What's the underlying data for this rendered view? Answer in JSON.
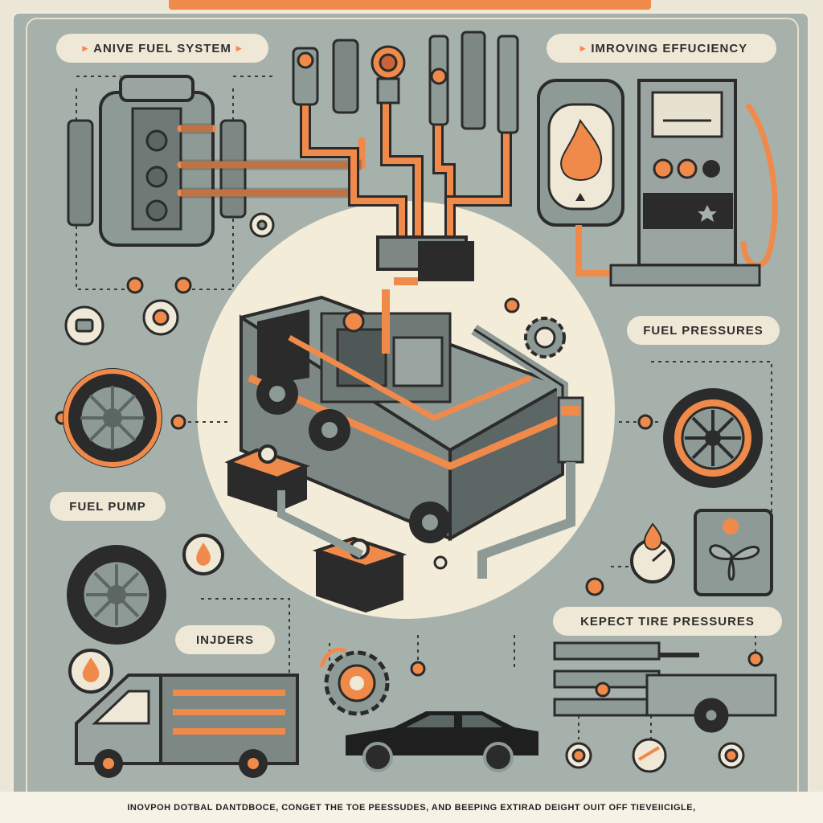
{
  "labels": {
    "active_fuel_system": "ANIVE FUEL SYSTEM",
    "improving_efficiency": "IMROVING EFFUCIENCY",
    "fuel_pressures": "FUEL PRESSURES",
    "fuel_pump": "FUEL PUMP",
    "injders": "INJDERS",
    "kepect_tire_pressures": "KEPECT TIRE PRESSURES"
  },
  "footer": {
    "text": "INOVPOH DOTBAL DANTDBOCE, CONGET THE TOE PEESSUDES, AND BEEPING EXTIRAD DEIGHT OUIT OFF TIEVEIICIGLE,"
  },
  "colors": {
    "background": "#a6b1ac",
    "accent": "#f08a4b",
    "cream": "#efe8d6",
    "dark": "#2b2b2b",
    "metal": "#8e9a96"
  },
  "icons": [
    "fuel-tank-icon",
    "flame-gauge-icon",
    "fuel-pump-icon",
    "truck-engine-icon",
    "tire-icon",
    "gear-icon",
    "delivery-truck-icon",
    "sedan-icon",
    "fuel-drop-icon",
    "fan-icon",
    "pressure-gauge-icon"
  ]
}
